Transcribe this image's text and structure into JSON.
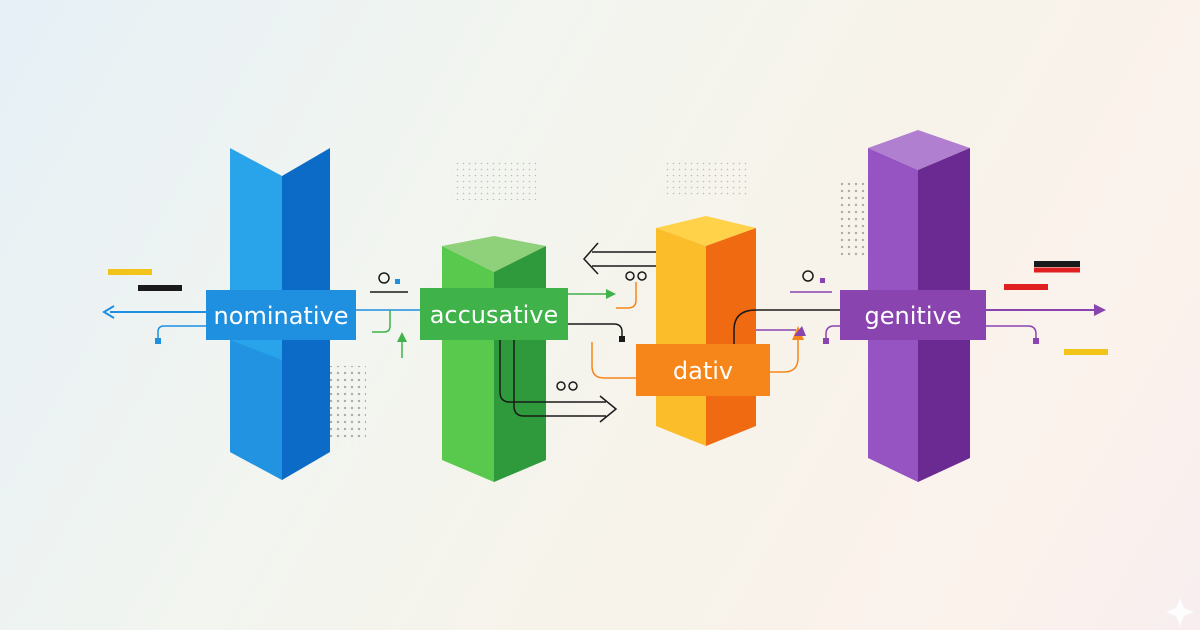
{
  "diagram": {
    "cases": [
      {
        "id": "nominative",
        "label": "nominative",
        "color": "#1f8fe0"
      },
      {
        "id": "accusative",
        "label": "accusative",
        "color": "#3fb24a"
      },
      {
        "id": "dativ",
        "label": "dativ",
        "color": "#f7861a"
      },
      {
        "id": "genitive",
        "label": "genitive",
        "color": "#8a44b0"
      }
    ],
    "colors": {
      "background": "#f3f3ee",
      "line": "#1a1a1a",
      "black_dash": "#1a1a1a",
      "red_dash": "#e02020",
      "yellow_dash": "#f2c419"
    }
  }
}
